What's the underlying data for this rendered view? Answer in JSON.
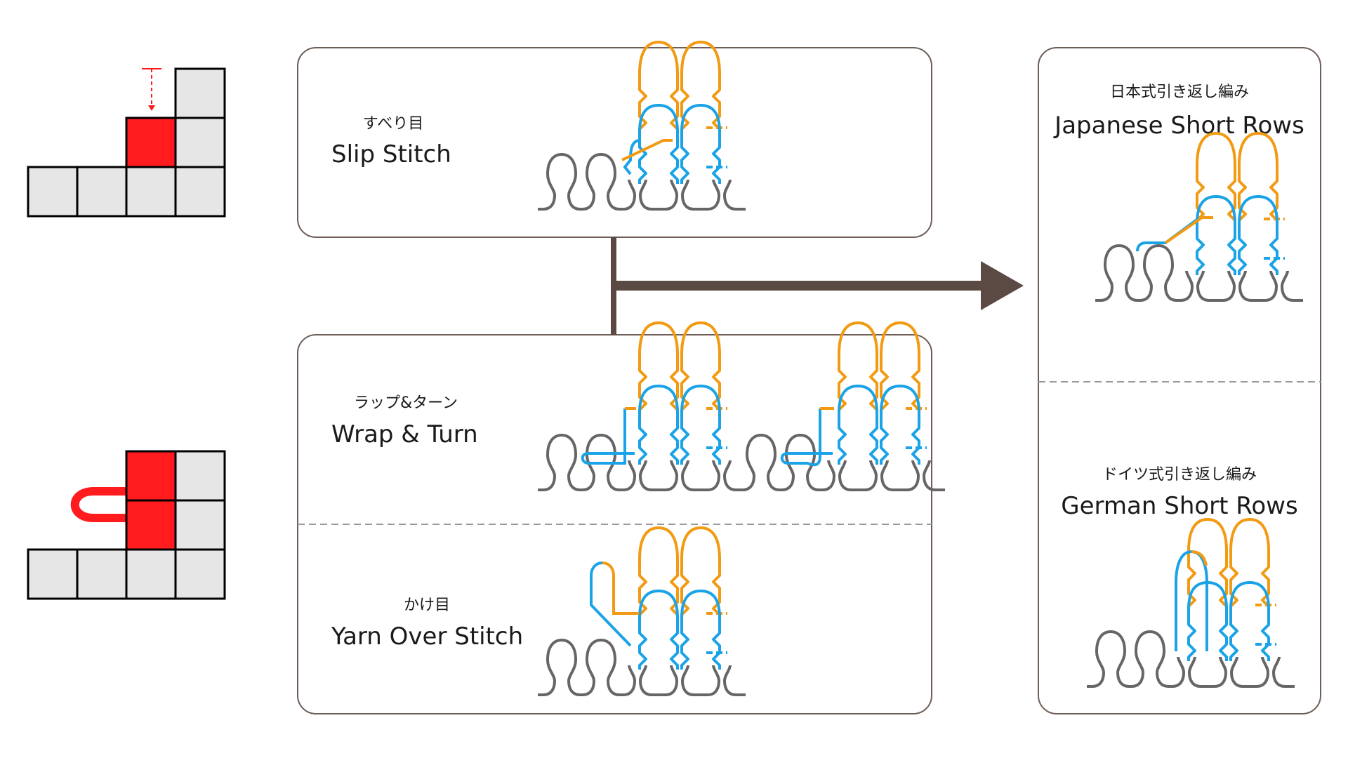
{
  "colors": {
    "blue": "#1aa3e6",
    "orange": "#f29a12",
    "gray": "#676565",
    "red": "#ff1b1e",
    "cell": "#e6e6e6",
    "border": "#6d5f58",
    "arrow": "#5b4a44",
    "dash": "#9a9a9a"
  },
  "slip": {
    "jp": "すべり目",
    "en": "Slip Stitch"
  },
  "wrap": {
    "jp": "ラップ&ターン",
    "en": "Wrap & Turn"
  },
  "yo": {
    "jp": "かけ目",
    "en": "Yarn Over Stitch"
  },
  "japanese": {
    "jp": "日本式引き返し編み",
    "en": "Japanese Short Rows"
  },
  "german": {
    "jp": "ドイツ式引き返し編み",
    "en": "German Short Rows"
  },
  "icons": [
    "grid-slip-icon",
    "grid-wrap-icon",
    "arrow-right-icon"
  ]
}
